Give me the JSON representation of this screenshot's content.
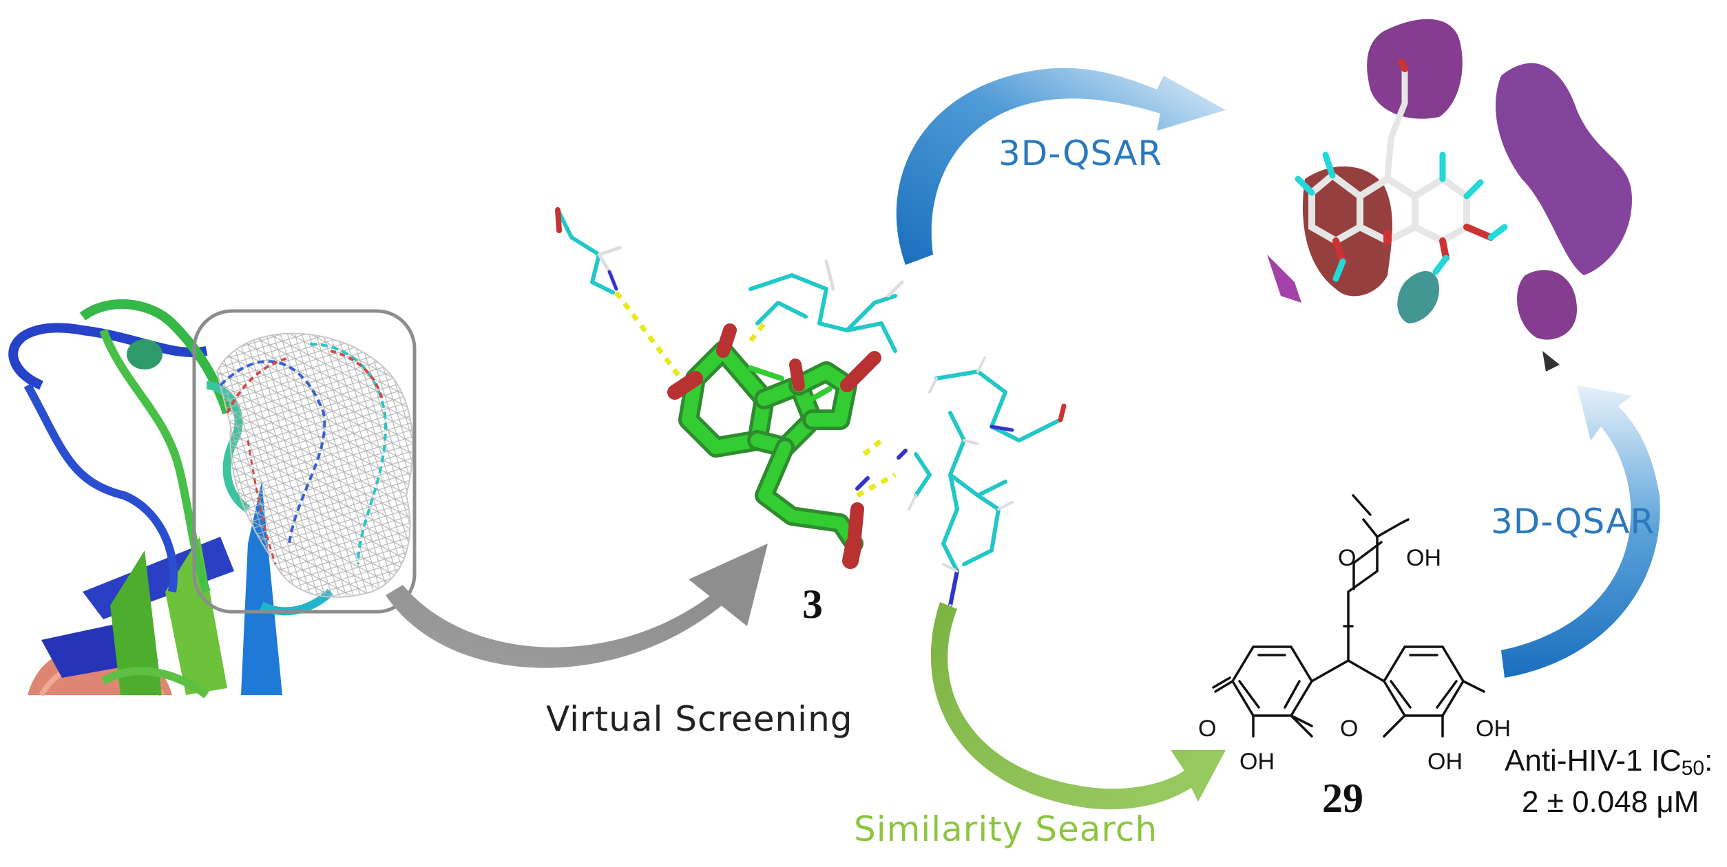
{
  "labels": {
    "qsar_top": "3D-QSAR",
    "qsar_right": "3D-QSAR",
    "virtual_screening": "Virtual Screening",
    "similarity_search": "Similarity Search"
  },
  "compounds": {
    "hit": {
      "number": "3"
    },
    "lead": {
      "number": "29",
      "atoms": {
        "carbonyl_o": "O",
        "acid_oh": "OH",
        "ketone_o": "O",
        "ring_o": "O",
        "oh_left": "OH",
        "oh_mid": "OH",
        "oh_right": "OH"
      },
      "activity_line1": "Anti-HIV-1 IC",
      "activity_subscript": "50",
      "activity_colon": ":",
      "activity_line2": "2 ± 0.048 μM"
    }
  },
  "colors": {
    "qsar_arrow": "#1a6fbd",
    "screening_arrow": "#9a9a9a",
    "similarity_arrow": "#8bc34a",
    "qsar_text": "#2a78bd",
    "similarity_text": "#8cc63f",
    "screening_text": "#222222",
    "ligand_carbon": "#33cc33",
    "residue_carbon": "#22c7c7",
    "oxygen": "#cc3333",
    "contour_purple": "#7b2d86",
    "contour_red": "#8b2a2a",
    "contour_teal": "#2e8b87"
  }
}
